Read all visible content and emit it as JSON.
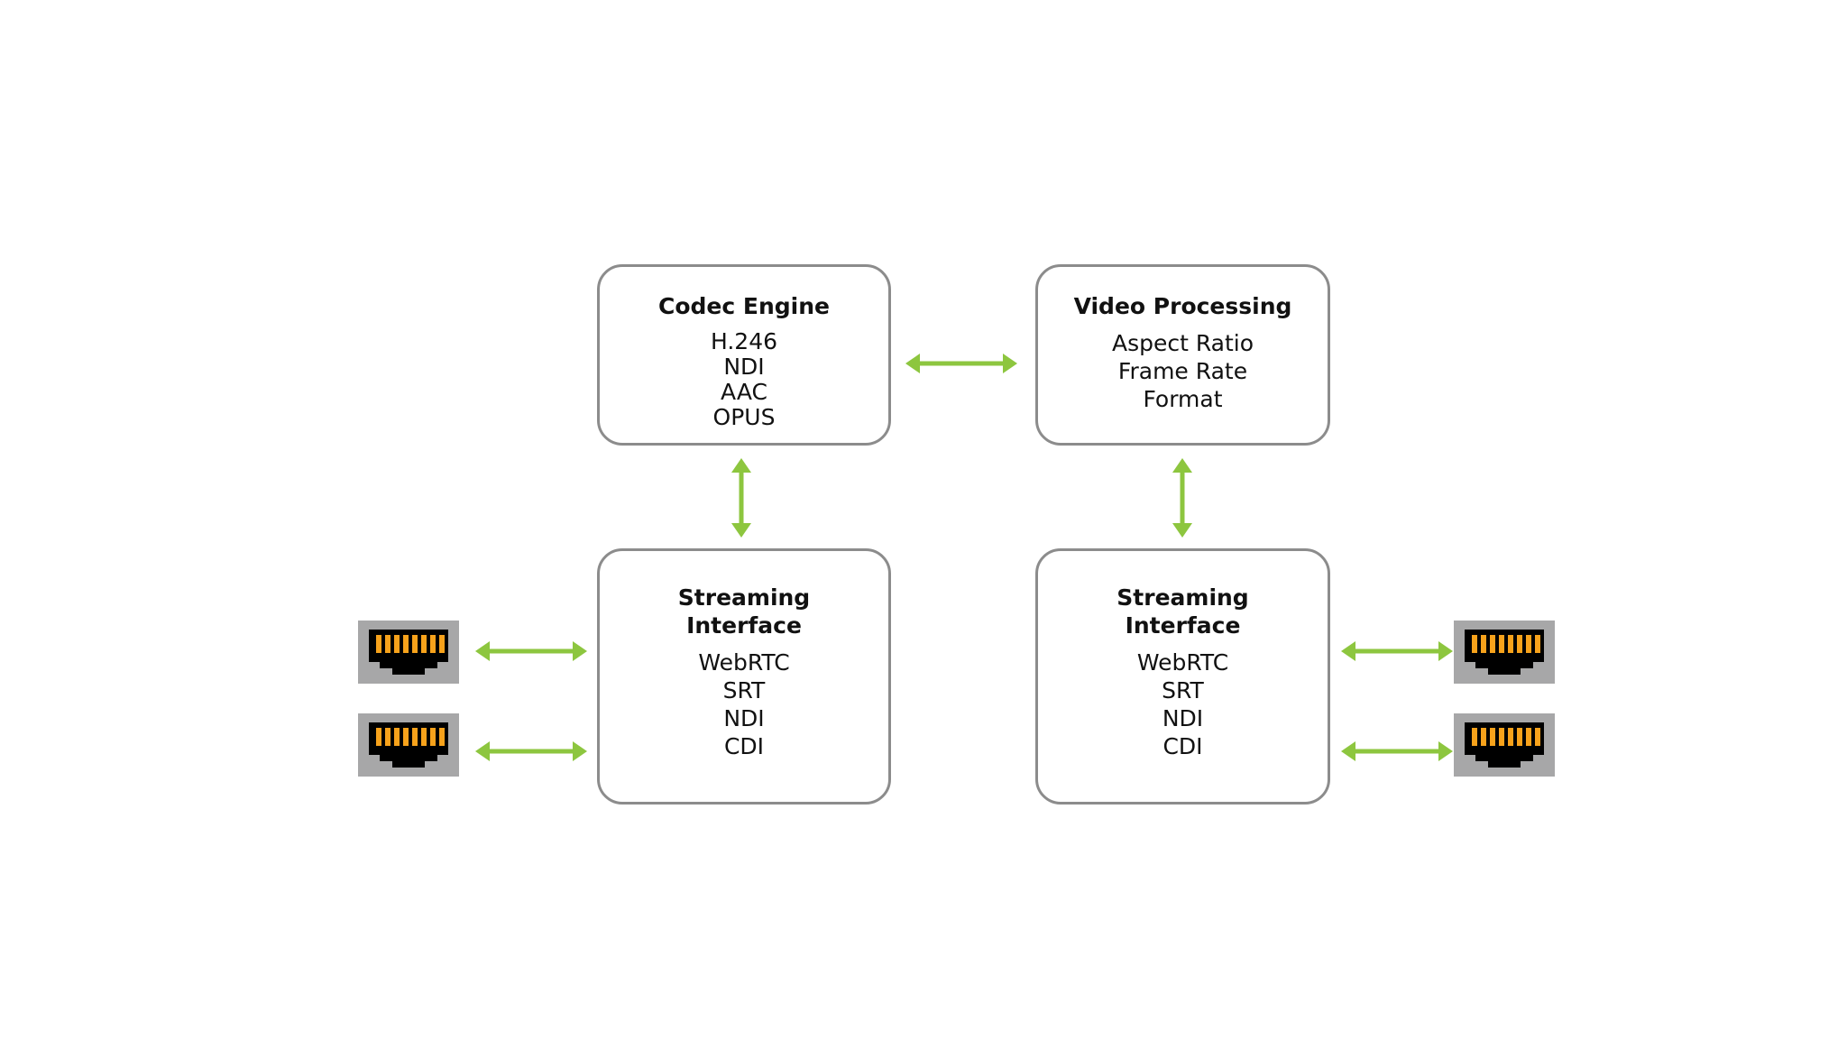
{
  "colors": {
    "connector": "#8dc63f",
    "box_border": "#8c8c8c",
    "port_body": "#a7a7a8",
    "port_pins": "#f7a21b",
    "port_socket": "#000000"
  },
  "icons": [
    "ethernet-port-icon",
    "double-arrow-icon"
  ],
  "codec_engine": {
    "title": "Codec Engine",
    "items": [
      "H.246",
      "NDI",
      "AAC",
      "OPUS"
    ]
  },
  "video_processing": {
    "title": "Video Processing",
    "items": [
      "Aspect Ratio",
      "Frame Rate",
      "Format"
    ]
  },
  "streaming_left": {
    "title": "Streaming\nInterface",
    "items": [
      "WebRTC",
      "SRT",
      "NDI",
      "CDI"
    ]
  },
  "streaming_right": {
    "title": "Streaming\nInterface",
    "items": [
      "WebRTC",
      "SRT",
      "NDI",
      "CDI"
    ]
  }
}
